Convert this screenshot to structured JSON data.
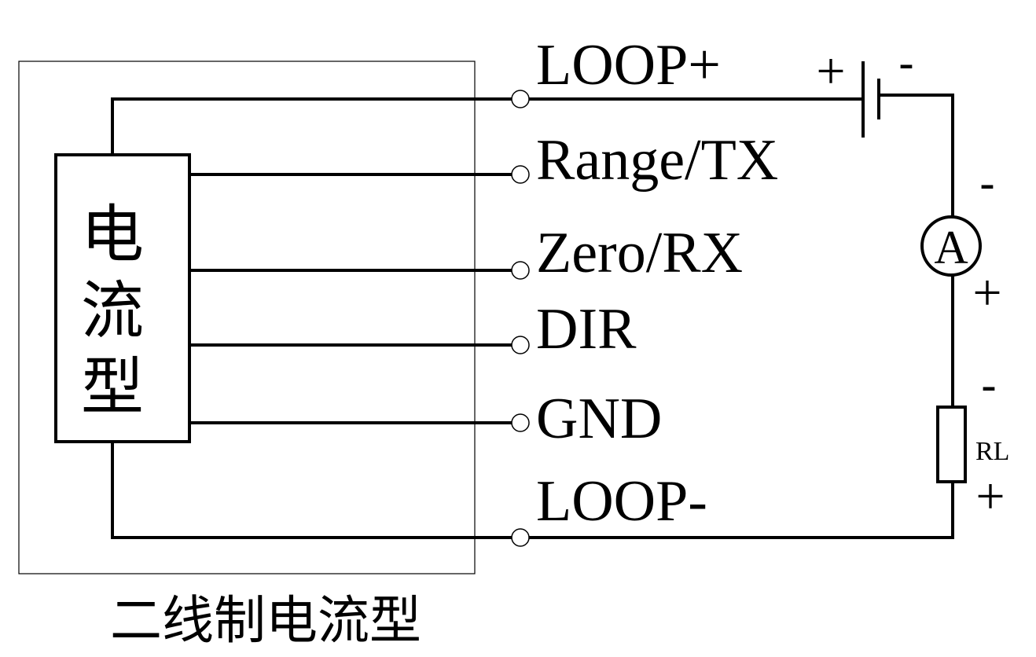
{
  "module": {
    "chars": [
      "电",
      "流",
      "型"
    ],
    "caption": "二线制电流型"
  },
  "terminals": {
    "loop_plus": "LOOP+",
    "range_tx": "Range/TX",
    "zero_rx": "Zero/RX",
    "dir": "DIR",
    "gnd": "GND",
    "loop_minus": "LOOP-"
  },
  "battery": {
    "plus": "+",
    "minus": "-"
  },
  "ammeter": {
    "label": "A",
    "top_sign": "-",
    "bottom_sign": "+"
  },
  "resistor": {
    "label": "RL",
    "top_sign": "-",
    "bottom_sign": "+"
  }
}
